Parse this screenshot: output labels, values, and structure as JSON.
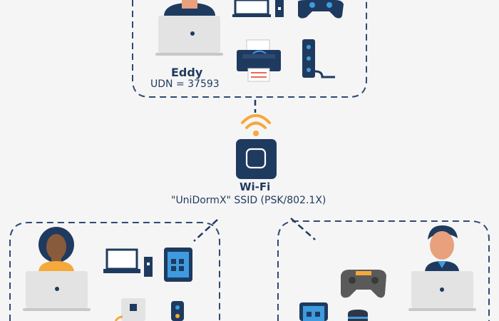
{
  "colors": {
    "navy": "#1f3a5f",
    "dash": "#2f4a72",
    "wifi": "#f4a93a",
    "accent_blue": "#3e9be0",
    "skin": "#e8a17c",
    "laptop_gray": "#e3e3e3"
  },
  "groups": {
    "top": {
      "name": "Eddy",
      "udn": "UDN = 37593",
      "icons": [
        "person-with-laptop-icon",
        "desktop-computer-icon",
        "game-controller-icon",
        "printer-icon",
        "streaming-device-icon"
      ]
    },
    "bottom_left": {
      "icons": [
        "person-with-laptop-icon",
        "desktop-computer-icon",
        "tablet-icon",
        "smart-speaker-icon",
        "remote-icon"
      ]
    },
    "bottom_right": {
      "icons": [
        "person-with-laptop-icon",
        "game-controller-icon",
        "tablet-icon",
        "smart-speaker-icon"
      ]
    }
  },
  "access_point": {
    "title": "Wi-Fi",
    "ssid": "\"UniDormX\" SSID (PSK/802.1X)",
    "icon": "wifi-signal-icon"
  }
}
